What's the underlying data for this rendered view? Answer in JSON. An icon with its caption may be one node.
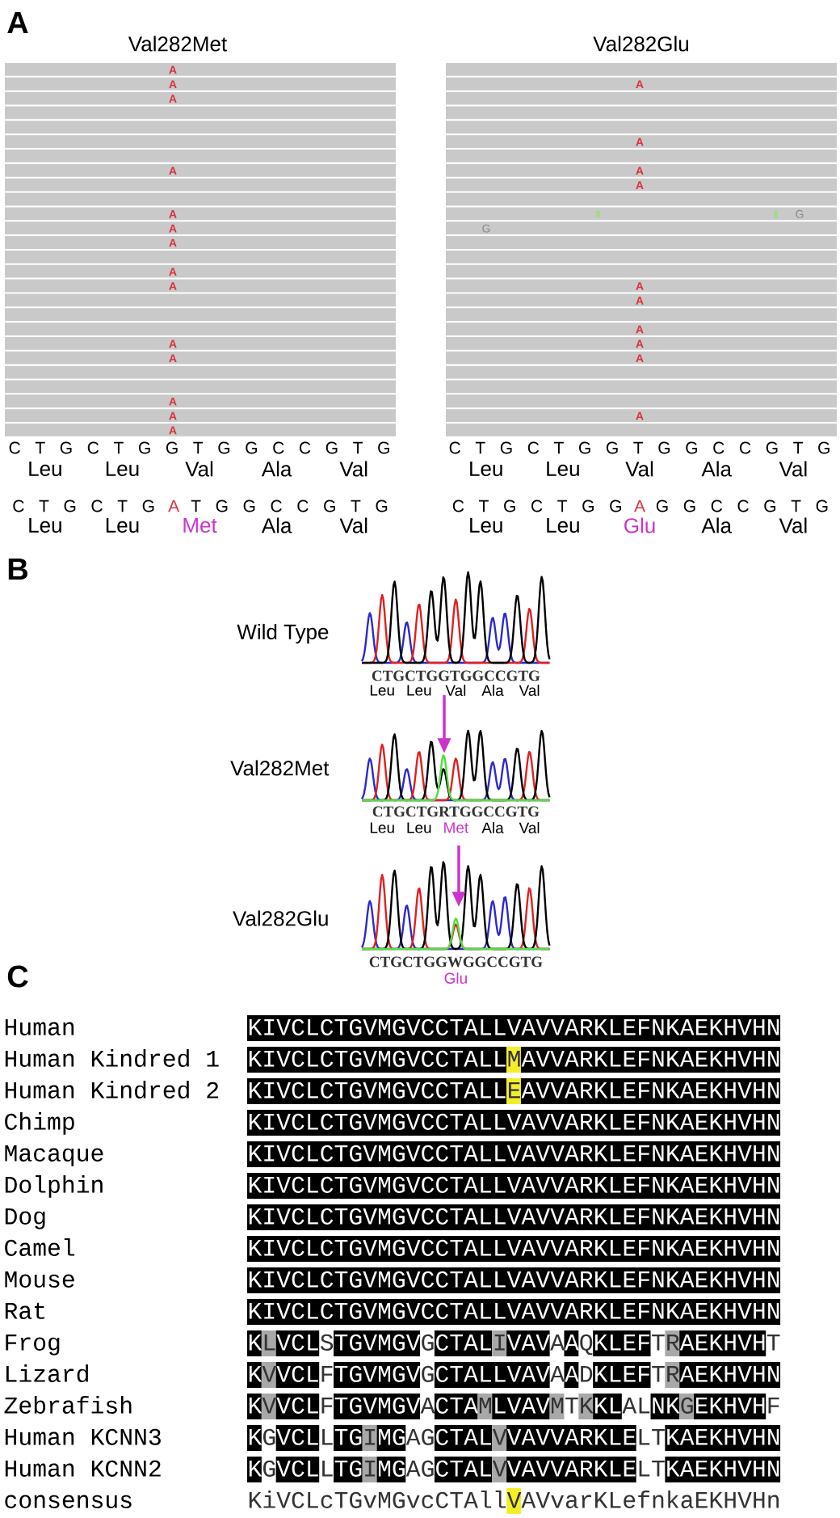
{
  "diagram": {
    "labels": [
      "A",
      "Val282Met",
      "Val282Glu",
      "A",
      "A",
      "A",
      "A",
      "A",
      "A",
      "A",
      "A",
      "A",
      "A",
      "A",
      "A",
      "A",
      "A",
      "A",
      "A",
      "A",
      "A",
      "G",
      "G",
      "A",
      "A",
      "A",
      "A",
      "A",
      "A",
      "C T G C T G G T G G C C G T G",
      "Leu",
      "Leu",
      "Val",
      "Ala",
      "Val",
      "C T G C T G",
      "A",
      "T G G C C G T G",
      "Leu",
      "Leu",
      "Met",
      "Ala",
      "Val",
      "C T G C T G G T G G C C G T G",
      "Leu",
      "Leu",
      "Val",
      "Ala",
      "Val",
      "C T G C T G G",
      "A",
      "G G C C G T G",
      "Leu",
      "Leu",
      "Glu",
      "Ala",
      "Val",
      "B",
      "Wild Type",
      "CTGCTGGTGGCCGTG",
      "Leu",
      "Leu",
      "Val",
      "Ala",
      "Val",
      "Val282Met",
      "CTGCTGRTGGCCGTG",
      "Leu",
      "Leu",
      "Met",
      "Ala",
      "Val",
      "Val282Glu",
      "CTGCTGGWGGCCGTG",
      "Glu",
      "C",
      "Human",
      "KIVCLCTGVMGVCCTALLVAVVARKLEFNKAEKHVHN",
      "Human Kindred 1",
      "KIVCLCTGVMGVCCTALL",
      "M",
      "AVVARKLEFNKAEKHVHN",
      "Human Kindred 2",
      "KIVCLCTGVMGVCCTALL",
      "E",
      "AVVARKLEFNKAEKHVHN",
      "Chimp",
      "KIVCLCTGVMGVCCTALLVAVVARKLEFNKAEKHVHN",
      "Macaque",
      "KIVCLCTGVMGVCCTALLVAVVARKLEFNKAEKHVHN",
      "Dolphin",
      "KIVCLCTGVMGVCCTALLVAVVARKLEFNKAEKHVHN",
      "Dog",
      "KIVCLCTGVMGVCCTALLVAVVARKLEFNKAEKHVHN",
      "Camel",
      "KIVCLCTGVMGVCCTALLVAVVARKLEFNKAEKHVHN",
      "Mouse",
      "KIVCLCTGVMGVCCTALLVAVVARKLEFNKAEKHVHN",
      "Rat",
      "KIVCLCTGVMGVCCTALLVAVVARKLEFNKAEKHVHN",
      "Frog",
      "K",
      "L",
      "VCL",
      "S",
      "TGVMGV",
      "G",
      "CTAL",
      "I",
      "VAV",
      "A",
      "A",
      "Q",
      "KLEF",
      "TR",
      "AEKHVH",
      "T",
      "Lizard",
      "K",
      "V",
      "VCL",
      "F",
      "TGVMGV",
      "G",
      "CTALLVAV",
      "A",
      "A",
      "D",
      "KLEF",
      "TR",
      "AEKHVHN",
      "Zebrafish",
      "K",
      "V",
      "VCL",
      "F",
      "TGVMGV",
      "A",
      "CTA",
      "M",
      "LVAV",
      "MTK",
      "KL",
      "AL",
      "NK",
      "G",
      "EKHVH",
      "F",
      "Human KCNN3",
      "K",
      "G",
      "VCL",
      "L",
      "TG",
      "I",
      "MG",
      "AG",
      "CTAL",
      "V",
      "VAVVARKLE",
      "LT",
      "KAEKHVHN",
      "Human KCNN2",
      "K",
      "G",
      "VCL",
      "L",
      "TG",
      "I",
      "MG",
      "AG",
      "CTAL",
      "V",
      "VAVVARKLE",
      "LT",
      "KAEKHVHN",
      "consensus",
      "KiVCLcTGvMGvcCTAllVAVvarKLefnkaEKHVHn"
    ]
  }
}
